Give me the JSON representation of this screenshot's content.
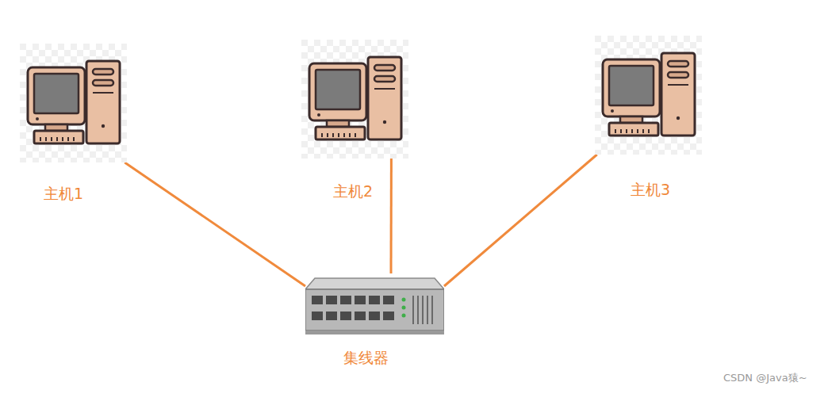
{
  "diagram": {
    "nodes": [
      {
        "text": [
          "主机1"
        ]
      },
      {
        "text": [
          "主机2"
        ]
      },
      {
        "text": [
          "主机3"
        ]
      },
      {
        "text": [
          "集线器"
        ]
      }
    ],
    "edges": [
      {
        "from": 0,
        "to": 3,
        "arrow": "none"
      },
      {
        "from": 1,
        "to": 3,
        "arrow": "none"
      },
      {
        "from": 2,
        "to": 3,
        "arrow": "none"
      }
    ],
    "labels": [
      "CSDN @Java猿~"
    ]
  }
}
